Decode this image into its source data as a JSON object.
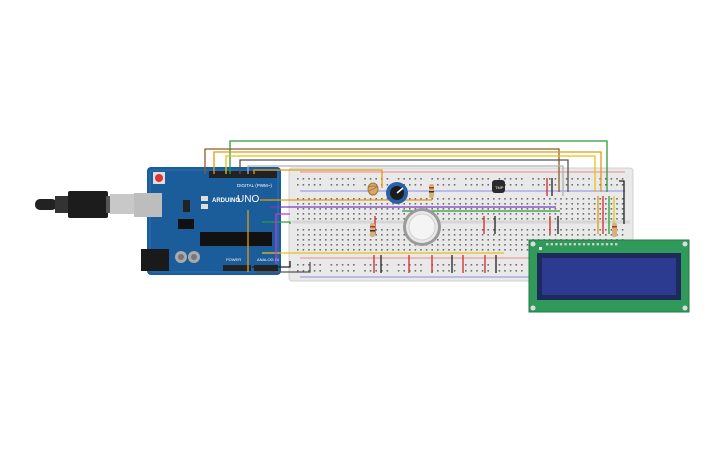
{
  "arduino": {
    "brand": "ARDUINO",
    "model": "UNO",
    "digital_label": "DIGITAL (PWM~)",
    "power_label": "POWER",
    "analog_label": "ANALOG IN"
  },
  "sensor": {
    "label": "TMP"
  },
  "lcd": {
    "text_row1": "",
    "text_row2": ""
  },
  "colors": {
    "board_blue": "#1b5c9a",
    "breadboard": "#e9e9e9",
    "lcd_green": "#2f9a5a",
    "lcd_screen": "#2c3a8f",
    "wire_orange": "#e59a12",
    "wire_green": "#2c9a3a",
    "wire_brown": "#8b5a2b",
    "wire_yellow": "#e3c21a",
    "wire_magenta": "#c23ad1",
    "wire_purple": "#7a3ac2",
    "wire_red": "#d42a2a",
    "wire_black": "#222222"
  },
  "icons": [
    "usb-cable-icon",
    "potentiometer-icon",
    "buzzer-icon",
    "temperature-sensor-icon",
    "photoresistor-icon"
  ]
}
